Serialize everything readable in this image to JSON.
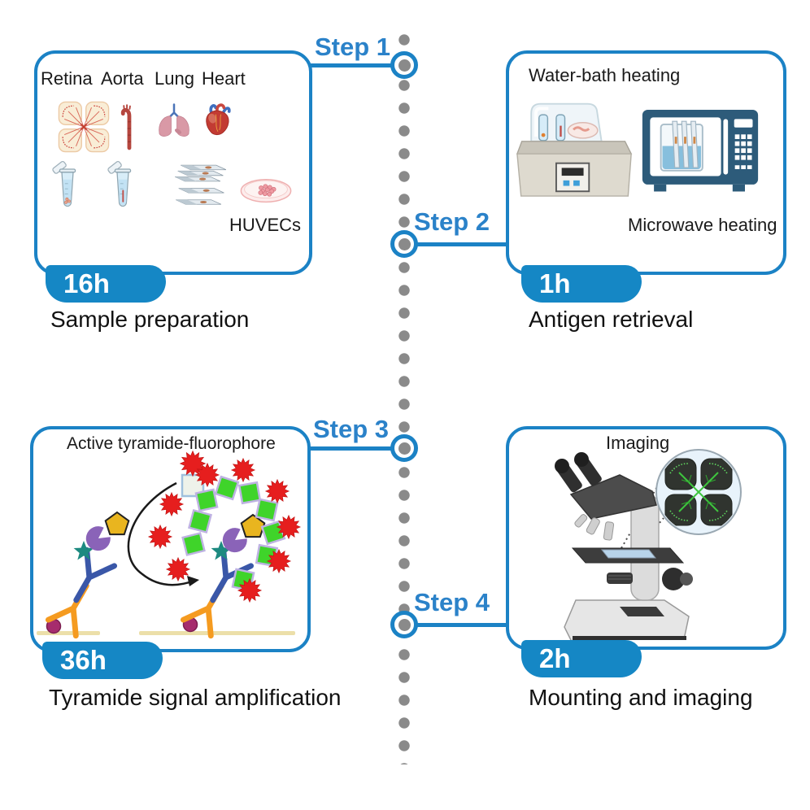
{
  "figure": {
    "steps": [
      {
        "label": "Step 1",
        "duration": "16h",
        "caption": "Sample preparation"
      },
      {
        "label": "Step 2",
        "duration": "1h",
        "caption": "Antigen retrieval"
      },
      {
        "label": "Step 3",
        "duration": "36h",
        "caption": "Tyramide signal amplification"
      },
      {
        "label": "Step 4",
        "duration": "2h",
        "caption": "Mounting and imaging"
      }
    ],
    "panel1": {
      "organ_labels": [
        "Retina",
        "Aorta",
        "Lung",
        "Heart"
      ],
      "huvecs_label": "HUVECs"
    },
    "panel2": {
      "water_bath_label": "Water-bath heating",
      "microwave_label": "Microwave heating"
    },
    "panel3": {
      "title": "Active tyramide-fluorophore"
    },
    "panel4": {
      "title": "Imaging"
    },
    "colors": {
      "accent_blue": "#1b82c5",
      "badge_blue": "#1587c5",
      "timeline_dot_gray": "#8a8a8a",
      "tyramide_red": "#e61e1e",
      "fluorophore_green": "#3fd42a",
      "enzyme_purple": "#8a63b8",
      "antibody_orange": "#f59b20",
      "antibody_blue": "#3a57a8"
    }
  }
}
